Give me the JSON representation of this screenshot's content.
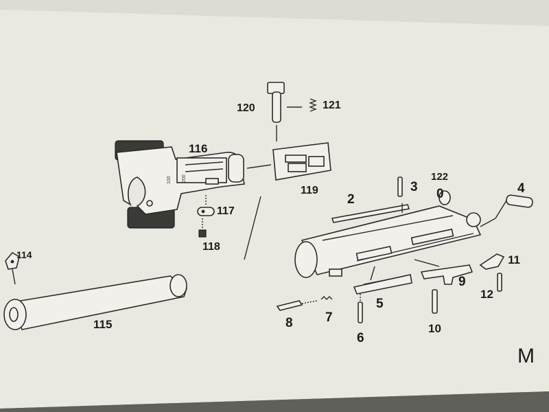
{
  "diagram": {
    "part_numbers": {
      "p2": "2",
      "p3": "3",
      "p4": "4",
      "p5": "5",
      "p6": "6",
      "p7": "7",
      "p8": "8",
      "p9": "9",
      "p10": "10",
      "p11": "11",
      "p12": "12",
      "p114": "114",
      "p115": "115",
      "p116": "116",
      "p117": "117",
      "p118": "118",
      "p119": "119",
      "p120": "120",
      "p121": "121",
      "p122": "122"
    },
    "extra_marks": {
      "zero": "0",
      "sight_mark_a": "100",
      "sight_mark_b": "200"
    },
    "section_letter": "M"
  },
  "colors": {
    "paper": "#e9e8e1",
    "ink": "#1b1c1a",
    "background": "#6f7069"
  }
}
